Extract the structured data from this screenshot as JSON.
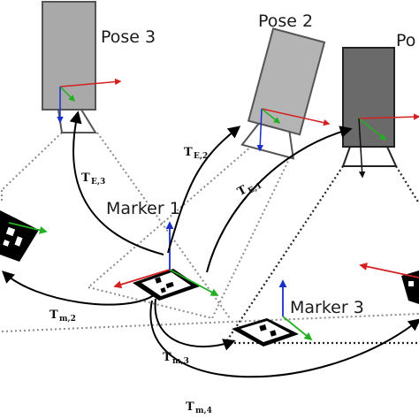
{
  "labels": {
    "pose3": "Pose 3",
    "pose2": "Pose 2",
    "pose1": "Po",
    "marker1": "Marker 1",
    "marker3": "Marker 3"
  },
  "transforms": [
    {
      "main": "T",
      "sub": "E,3"
    },
    {
      "main": "T",
      "sub": "E,2"
    },
    {
      "main": "T",
      "sub": "E,1"
    },
    {
      "main": "T",
      "sub": "m,2"
    },
    {
      "main": "T",
      "sub": "m,3"
    },
    {
      "main": "T",
      "sub": "m,4"
    }
  ],
  "colors": {
    "pose3_body": "#a9a9a9",
    "pose2_body": "#b4b4b4",
    "pose1_body": "#6a6a6a",
    "axis_x": "#d42020",
    "axis_y": "#22b022",
    "axis_z": "#1830c8"
  }
}
